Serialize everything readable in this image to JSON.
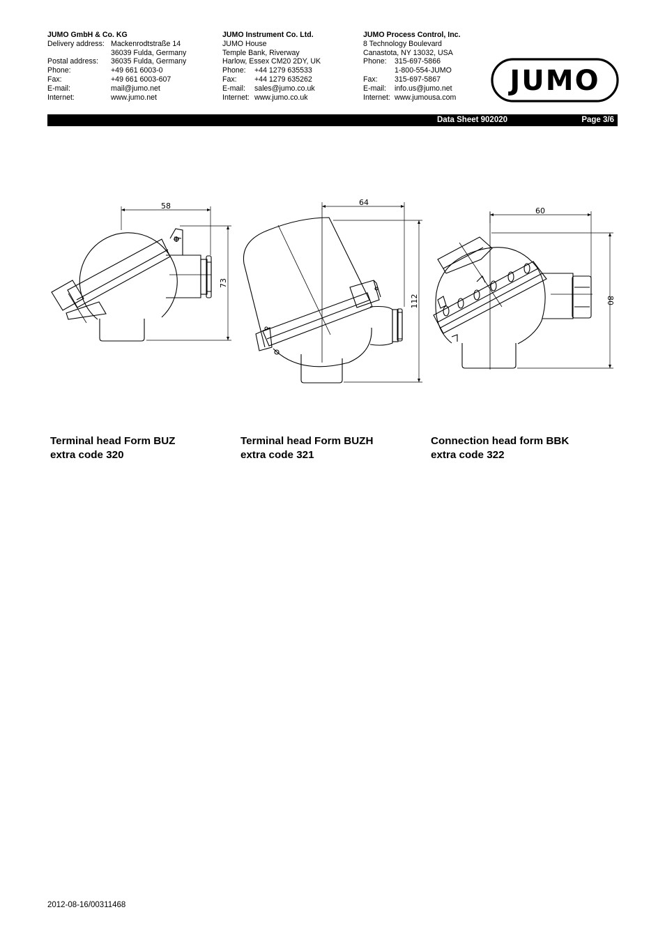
{
  "header": {
    "germany": {
      "company": "JUMO GmbH & Co. KG",
      "rows": [
        {
          "label": "Delivery address:",
          "value": "Mackenrodtstraße 14"
        },
        {
          "label": "",
          "value": "36039 Fulda, Germany"
        },
        {
          "label": "Postal address:",
          "value": "36035 Fulda, Germany"
        },
        {
          "label": "Phone:",
          "value": "+49 661 6003-0"
        },
        {
          "label": "Fax:",
          "value": "+49 661 6003-607"
        },
        {
          "label": "E-mail:",
          "value": "mail@jumo.net"
        },
        {
          "label": "Internet:",
          "value": "www.jumo.net"
        }
      ]
    },
    "uk": {
      "company": "JUMO Instrument Co. Ltd.",
      "lines": [
        "JUMO House",
        "Temple Bank, Riverway",
        "Harlow, Essex CM20 2DY, UK"
      ],
      "rows": [
        {
          "label": "Phone:",
          "value": "+44 1279 635533"
        },
        {
          "label": "Fax:",
          "value": "+44 1279 635262"
        },
        {
          "label": "E-mail:",
          "value": "sales@jumo.co.uk"
        },
        {
          "label": "Internet:",
          "value": "www.jumo.co.uk"
        }
      ]
    },
    "usa": {
      "company": "JUMO Process Control, Inc.",
      "lines": [
        "8 Technology Boulevard",
        "Canastota, NY 13032, USA"
      ],
      "rows": [
        {
          "label": "Phone:",
          "value": "315-697-5866"
        },
        {
          "label": "",
          "value": "1-800-554-JUMO"
        },
        {
          "label": "Fax:",
          "value": "315-697-5867"
        },
        {
          "label": "E-mail:",
          "value": "info.us@jumo.net"
        },
        {
          "label": "Internet:",
          "value": "www.jumousa.com"
        }
      ]
    },
    "logo_text": "JUMO"
  },
  "bar": {
    "datasheet": "Data Sheet 902020",
    "page": "Page 3/6"
  },
  "drawings": {
    "buz": {
      "width": "58",
      "height": "73"
    },
    "buzh": {
      "width": "64",
      "height": "112"
    },
    "bbk": {
      "width": "60",
      "height": "80"
    }
  },
  "captions": [
    {
      "line1": "Terminal head Form BUZ",
      "line2": "extra code 320"
    },
    {
      "line1": "Terminal head Form BUZH",
      "line2": "extra code 321"
    },
    {
      "line1": "Connection head form BBK",
      "line2": "extra code 322"
    }
  ],
  "footer": {
    "doc_id": "2012-08-16/00311468"
  }
}
